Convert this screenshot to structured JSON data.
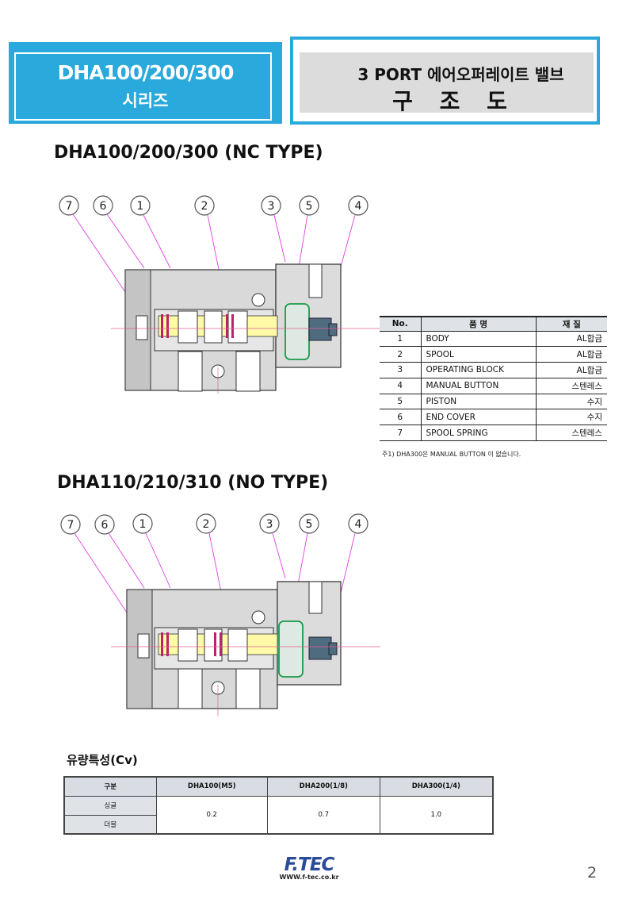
{
  "header": {
    "left_title": "DHA100/200/300",
    "left_subtitle": "시리즈",
    "right_title": "3 PORT 에어오퍼레이트 밸브",
    "right_subtitle": "구 조 도",
    "accent": "#29a9dc"
  },
  "sections": {
    "nc_title": "DHA100/200/300 (NC TYPE)",
    "no_title": "DHA110/210/310 (NO TYPE)"
  },
  "callouts": [
    "7",
    "6",
    "1",
    "2",
    "3",
    "5",
    "4"
  ],
  "parts_table": {
    "headers": [
      "No.",
      "품 명",
      "재 질"
    ],
    "rows": [
      {
        "no": "1",
        "name": "BODY",
        "material": "AL합금"
      },
      {
        "no": "2",
        "name": "SPOOL",
        "material": "AL합금"
      },
      {
        "no": "3",
        "name": "OPERATING BLOCK",
        "material": "AL합금"
      },
      {
        "no": "4",
        "name": "MANUAL BUTTON",
        "material": "스텐레스"
      },
      {
        "no": "5",
        "name": "PISTON",
        "material": "수지"
      },
      {
        "no": "6",
        "name": "END COVER",
        "material": "수지"
      },
      {
        "no": "7",
        "name": "SPOOL SPRING",
        "material": "스텐레스"
      }
    ],
    "note": "주1) DHA300은 MANUAL BUTTON 이 없습니다."
  },
  "flow": {
    "title": "유량특성(Cv)",
    "headers": [
      "구분",
      "DHA100(M5)",
      "DHA200(1/8)",
      "DHA300(1/4)"
    ],
    "row_labels": [
      "싱글",
      "더블"
    ],
    "values": [
      "0.2",
      "0.7",
      "1.0"
    ]
  },
  "footer": {
    "brand": "F.TEC",
    "url": "WWW.f-tec.co.kr",
    "page": "2"
  }
}
